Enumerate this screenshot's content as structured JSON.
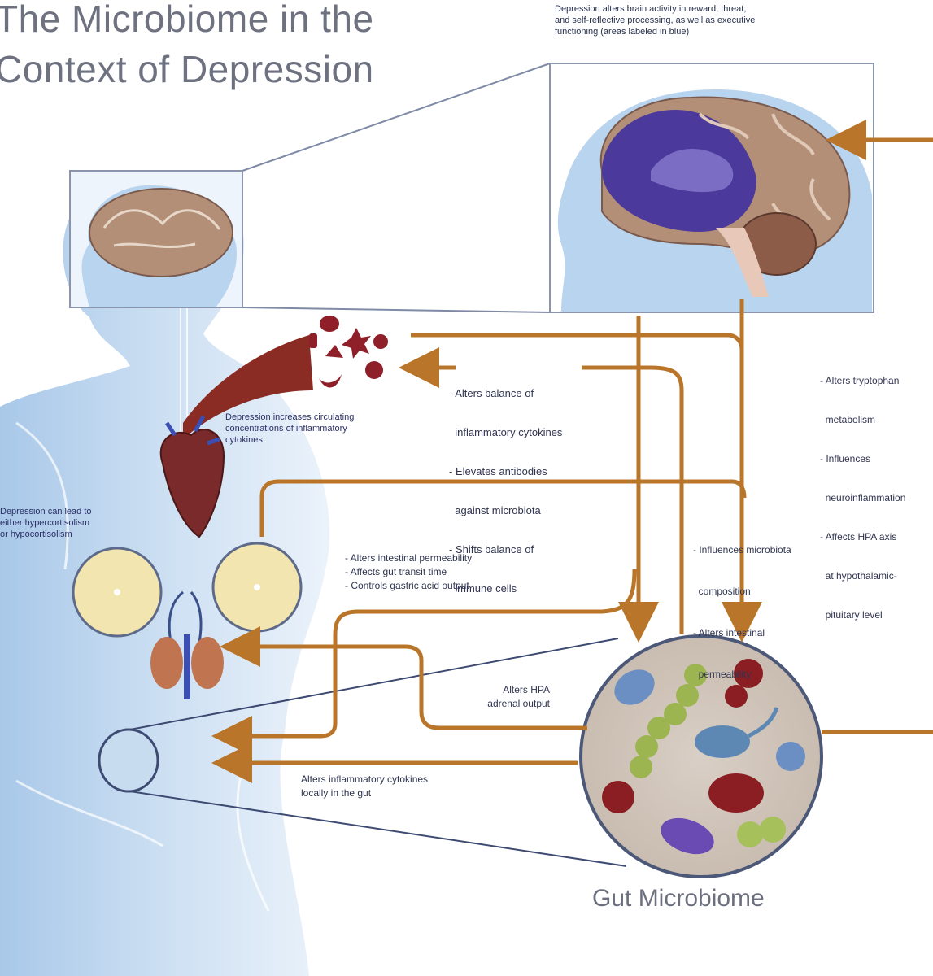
{
  "title": {
    "line1": "The Microbiome in the",
    "line2": "Context of Depression"
  },
  "notes": {
    "top_right": [
      "Depression alters brain activity in reward, threat,",
      "and self-reflective processing, as well as executive",
      "functioning (areas labeled in blue)"
    ],
    "cytokine_caption": [
      "Depression increases circulating",
      "concentrations of inflammatory",
      "cytokines"
    ],
    "immune_effects": [
      "- Alters balance of",
      "  inflammatory cytokines",
      "- Elevates antibodies",
      "  against microbiota",
      "- Shifts balance of",
      "  immune cells"
    ],
    "right_effects": [
      "- Alters tryptophan",
      "  metabolism",
      "- Influences",
      "  neuroinflammation",
      "- Affects HPA axis",
      "  at hypothalamic-",
      "  pituitary level"
    ],
    "left_effects": [
      "Depression can lead to",
      "either hypercortisolism",
      "or hypocortisolism"
    ],
    "gut_effects": [
      "- Alters intestinal permeability",
      "- Affects gut transit time",
      "- Controls gastric acid output"
    ],
    "microbiota_effects": [
      "- Influences microbiota",
      "  composition",
      "- Alters intestinal",
      "  permeability"
    ],
    "hpa_adrenal": [
      "Alters HPA",
      "adrenal output"
    ],
    "local_cytokines": [
      "Alters inflammatory cytokines",
      "locally in the gut"
    ]
  },
  "gut_label": "Gut Microbiome",
  "colors": {
    "arrow": "#b9762a",
    "body": "#d4e6f5",
    "frame": "#7f8aa6",
    "brain_purple": "#4b3a9c",
    "brain_tan": "#b48f78"
  }
}
